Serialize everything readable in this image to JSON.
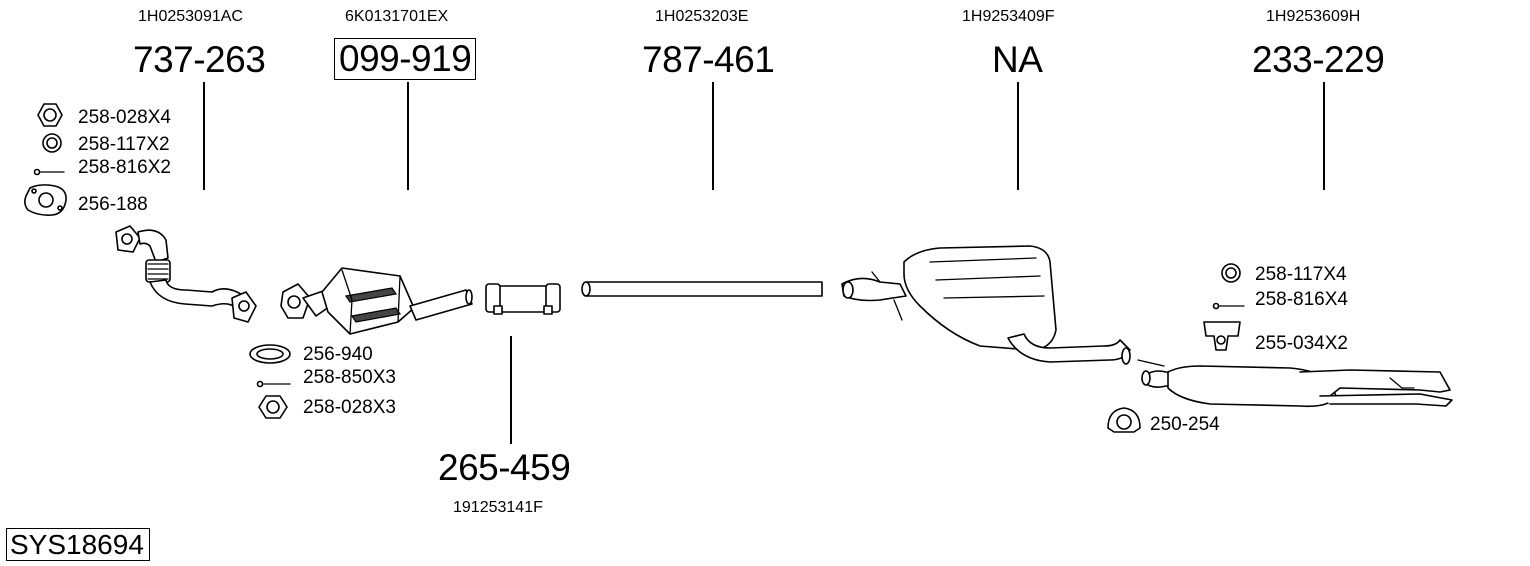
{
  "system_code": "SYS18694",
  "parts": [
    {
      "oem": "1H0253091AC",
      "number": "737-263"
    },
    {
      "oem": "6K0131701EX",
      "number": "099-919"
    },
    {
      "oem": "1H0253203E",
      "number": "787-461"
    },
    {
      "oem": "1H9253409F",
      "number": "NA"
    },
    {
      "oem": "1H9253609H",
      "number": "233-229"
    },
    {
      "oem": "191253141F",
      "number": "265-459"
    }
  ],
  "accessories": {
    "left_group": [
      "258-028X4",
      "258-117X2",
      "258-816X2",
      "256-188"
    ],
    "cat_group": [
      "256-940",
      "258-850X3",
      "258-028X3"
    ],
    "right_group": [
      "258-117X4",
      "258-816X4",
      "255-034X2"
    ],
    "clamp": "250-254"
  }
}
